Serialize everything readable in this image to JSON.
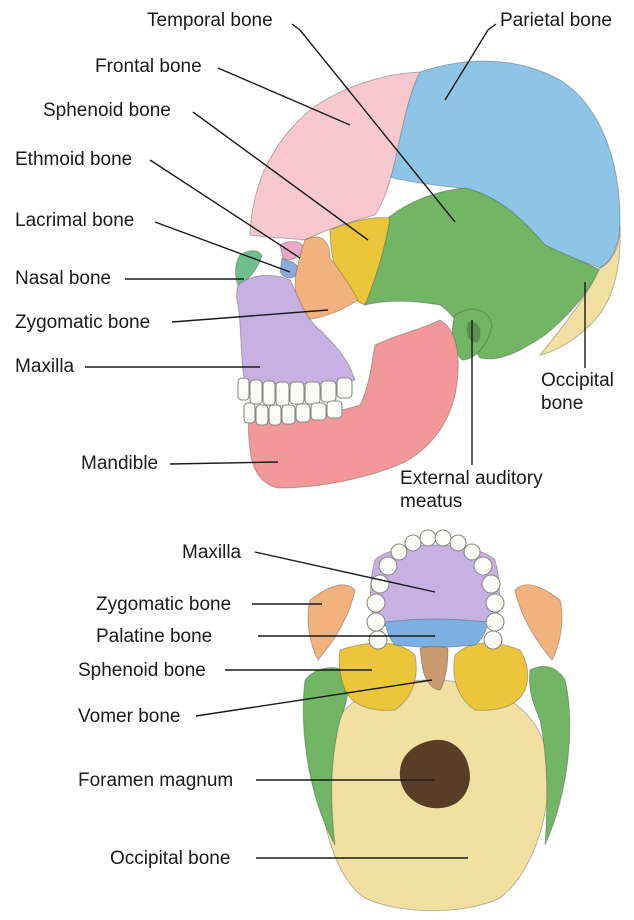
{
  "figure": {
    "side_view": {
      "labels": {
        "temporal": "Temporal bone",
        "parietal": "Parietal bone",
        "frontal": "Frontal bone",
        "sphenoid": "Sphenoid bone",
        "ethmoid": "Ethmoid bone",
        "lacrimal": "Lacrimal bone",
        "nasal": "Nasal bone",
        "zygomatic": "Zygomatic bone",
        "maxilla": "Maxilla",
        "mandible": "Mandible",
        "occipital_line1": "Occipital",
        "occipital_line2": "bone",
        "auditory_line1": "External auditory",
        "auditory_line2": "meatus"
      }
    },
    "inferior_view": {
      "labels": {
        "maxilla": "Maxilla",
        "zygomatic": "Zygomatic bone",
        "palatine": "Palatine bone",
        "sphenoid": "Sphenoid bone",
        "vomer": "Vomer bone",
        "foramen": "Foramen magnum",
        "occipital": "Occipital bone"
      }
    }
  },
  "colors": {
    "frontal": "#f7c9cf",
    "parietal": "#8ec4e6",
    "temporal": "#72b565",
    "sphenoid": "#ecc63a",
    "occipital": "#f2e0a2",
    "zygomatic": "#f2b27e",
    "maxilla": "#c7b1e3",
    "mandible": "#f3989a",
    "nasal": "#6fbf8d",
    "lacrimal": "#8fa9dc",
    "ethmoid": "#e9a8c8",
    "palatine": "#7db0e0",
    "vomer": "#c89a6e",
    "foramen": "#5a3d26"
  }
}
